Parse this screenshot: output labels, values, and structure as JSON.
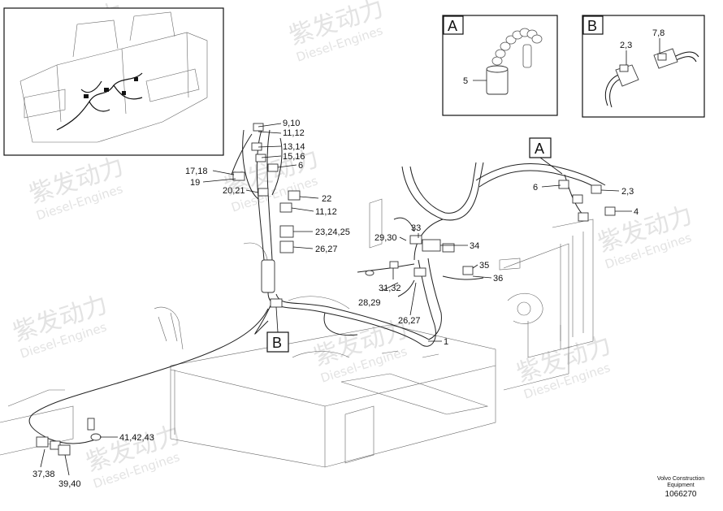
{
  "insets": {
    "a_label": "A",
    "b_label": "B",
    "a_callouts": [
      "5"
    ],
    "b_callouts": [
      "2,3",
      "7,8"
    ]
  },
  "callouts": {
    "c_9_10": "9,10",
    "c_11_12_a": "11,12",
    "c_13_14": "13,14",
    "c_15_16": "15,16",
    "c_6_a": "6",
    "c_17_18": "17,18",
    "c_19": "19",
    "c_20_21": "20,21",
    "c_22": "22",
    "c_11_12_b": "11,12",
    "c_23_24_25": "23,24,25",
    "c_26_27_a": "26,27",
    "c_33": "33",
    "c_29_30": "29,30",
    "c_34": "34",
    "c_35": "35",
    "c_36": "36",
    "c_31_32": "31,32",
    "c_28_29": "28,29",
    "c_26_27_b": "26,27",
    "c_1": "1",
    "c_6_b": "6",
    "c_2_3": "2,3",
    "c_4": "4",
    "c_41_42_43": "41,42,43",
    "c_37_38": "37,38",
    "c_39_40": "39,40"
  },
  "view_tags": {
    "a": "A",
    "b": "B"
  },
  "watermark": {
    "brand": "紫发动力",
    "sub": "Diesel-Engines"
  },
  "footer": {
    "line1": "Volvo Construction",
    "line2": "Equipment",
    "code": "1066270"
  }
}
